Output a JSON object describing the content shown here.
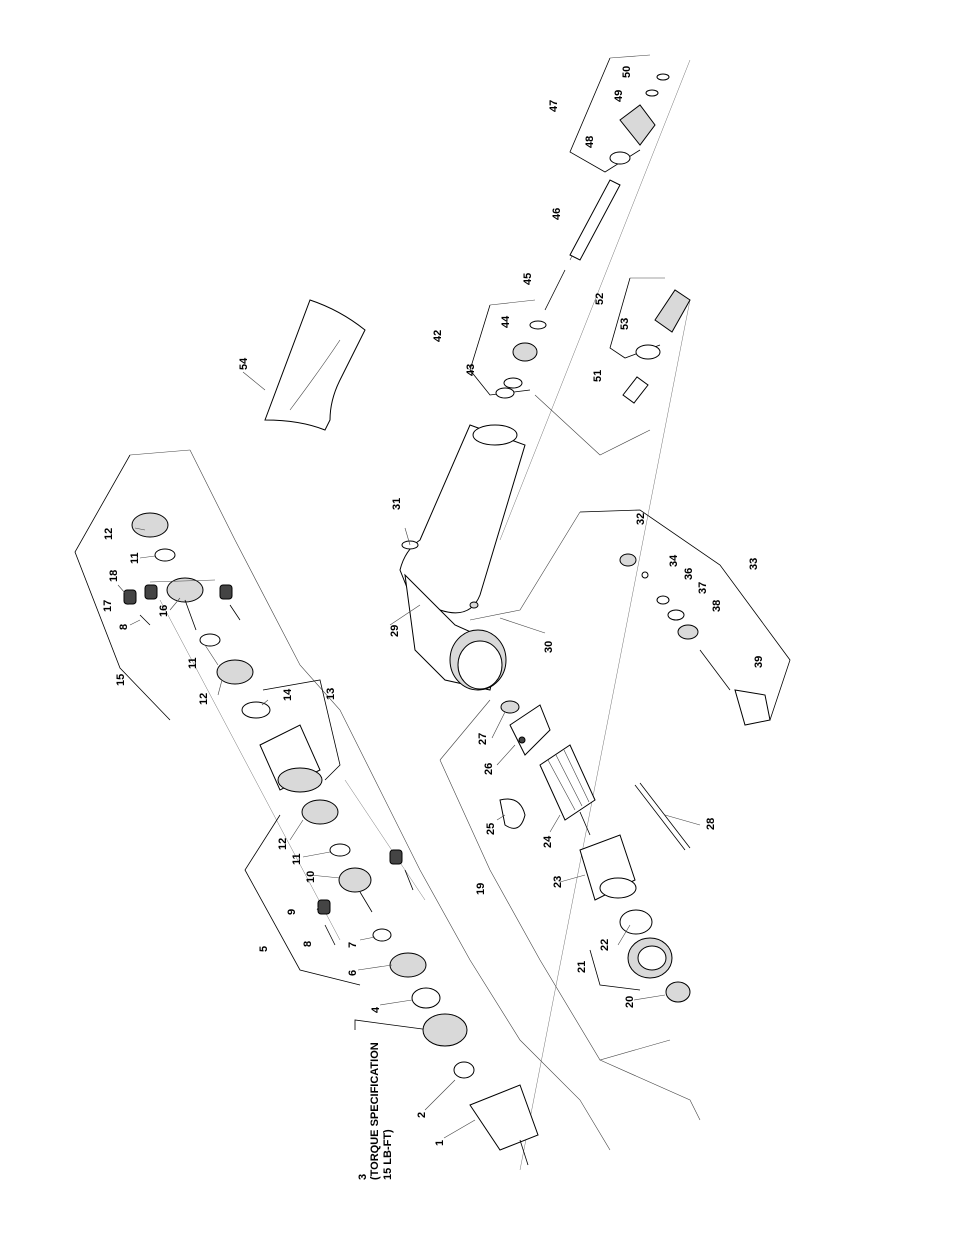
{
  "diagram": {
    "labels": {
      "p1": "1",
      "p2": "2",
      "p3": "3",
      "p4": "4",
      "p5": "5",
      "p6": "6",
      "p7": "7",
      "p8a": "8",
      "p8b": "8",
      "p9": "9",
      "p10": "10",
      "p11a": "11",
      "p11b": "11",
      "p11c": "11",
      "p12a": "12",
      "p12b": "12",
      "p12c": "12",
      "p13": "13",
      "p14": "14",
      "p15": "15",
      "p16": "16",
      "p17": "17",
      "p18": "18",
      "p19": "19",
      "p20": "20",
      "p21": "21",
      "p22": "22",
      "p23": "23",
      "p24": "24",
      "p25": "25",
      "p26": "26",
      "p27": "27",
      "p28": "28",
      "p29": "29",
      "p30": "30",
      "p31": "31",
      "p32": "32",
      "p33": "33",
      "p34": "34",
      "p36": "36",
      "p37": "37",
      "p38": "38",
      "p39": "39",
      "p42": "42",
      "p43": "43",
      "p44": "44",
      "p45": "45",
      "p46": "46",
      "p47": "47",
      "p48": "48",
      "p49": "49",
      "p50": "50",
      "p51": "51",
      "p52": "52",
      "p53": "53",
      "p54": "54"
    },
    "torque_note": {
      "line1": "(TORQUE SPECIFICATION",
      "line2": "15 LB-FT)"
    }
  }
}
